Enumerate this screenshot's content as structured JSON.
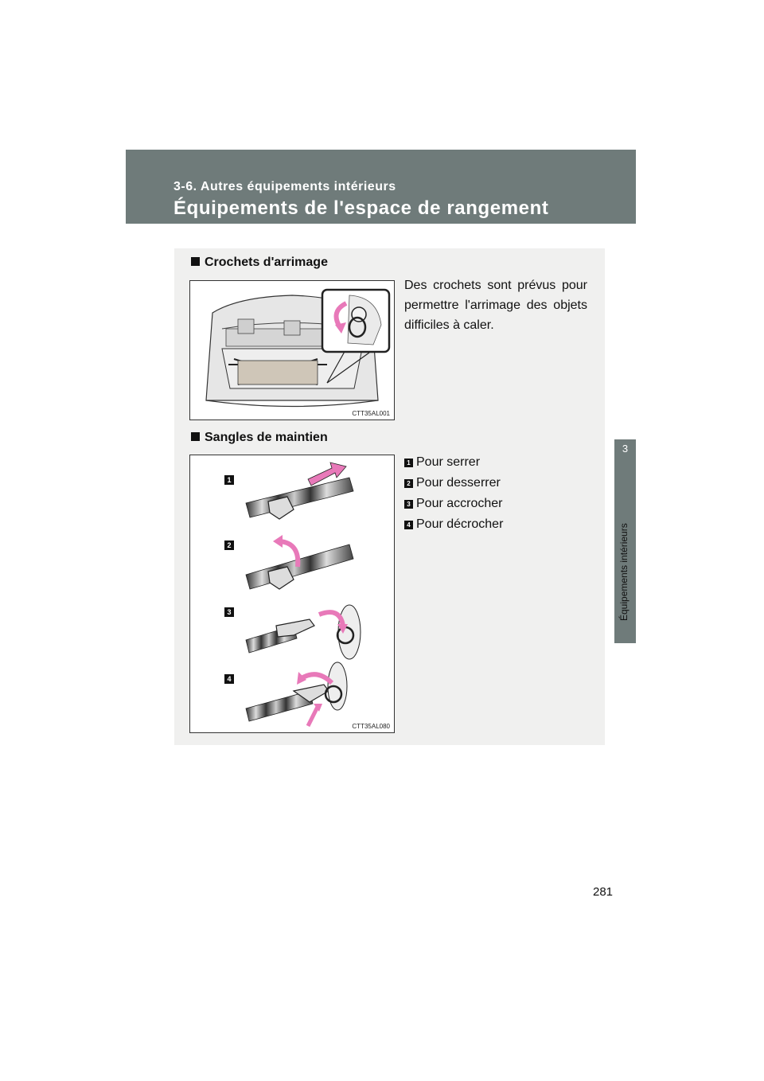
{
  "header": {
    "section": "3-6. Autres équipements intérieurs",
    "title": "Équipements de l'espace de rangement"
  },
  "side_tab": {
    "number": "3",
    "label": "Équipements intérieurs"
  },
  "sections": {
    "hooks": {
      "heading": "Crochets d'arrimage",
      "text": "Des crochets sont prévus pour permettre l'arrimage des objets difficiles à caler.",
      "figure_code": "CTT35AL001"
    },
    "straps": {
      "heading": "Sangles de maintien",
      "figure_code": "CTT35AL080",
      "steps": [
        {
          "num": "1",
          "label": "Pour serrer"
        },
        {
          "num": "2",
          "label": "Pour desserrer"
        },
        {
          "num": "3",
          "label": "Pour accrocher"
        },
        {
          "num": "4",
          "label": "Pour décrocher"
        }
      ]
    }
  },
  "page_number": "281",
  "colors": {
    "header": "#6f7b7a",
    "panel": "#f0f0ef",
    "arrow": "#e879b9"
  }
}
